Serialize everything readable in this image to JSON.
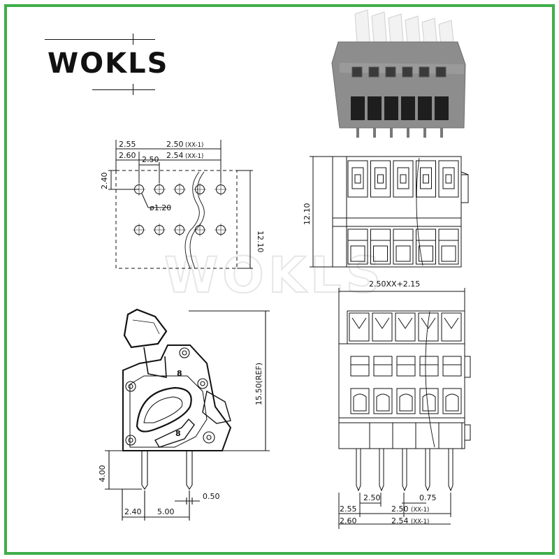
{
  "brand": {
    "logo_text": "WOKLS",
    "watermark_text": "WOKLS"
  },
  "pcb_layout": {
    "pitch_offset_a": "2.55",
    "pitch_offset_b": "2.60",
    "pitch_a": "2.50",
    "pitch_a_formula": "(XX-1)",
    "pitch_b": "2.54",
    "pitch_b_formula": "(XX-1)",
    "hole_spacing": "2.50",
    "row_offset": "2.40",
    "hole_diameter": "ø1.20",
    "row_span": "12.10"
  },
  "top_view": {
    "depth": "12.10"
  },
  "side_view": {
    "height_ref": "15.50(REF)",
    "pin_length": "4.00",
    "pin_width": "0.50",
    "pin_offset": "2.40",
    "pin_spacing": "5.00",
    "spring_label_1": "8",
    "spring_label_2": "8"
  },
  "front_view": {
    "width_formula": "2.50XX+2.15",
    "pitch_label": "2.50",
    "pin_thickness": "0.75",
    "offset_a": "2.55",
    "offset_b": "2.60",
    "pitch_a": "2.50",
    "pitch_a_formula": "(XX-1)",
    "pitch_b": "2.54",
    "pitch_b_formula": "(XX-1)"
  },
  "colors": {
    "frame": "#3fae4a",
    "product_body": "#8a8a8a",
    "product_levers": "#f2f2f2",
    "line": "#111111"
  }
}
